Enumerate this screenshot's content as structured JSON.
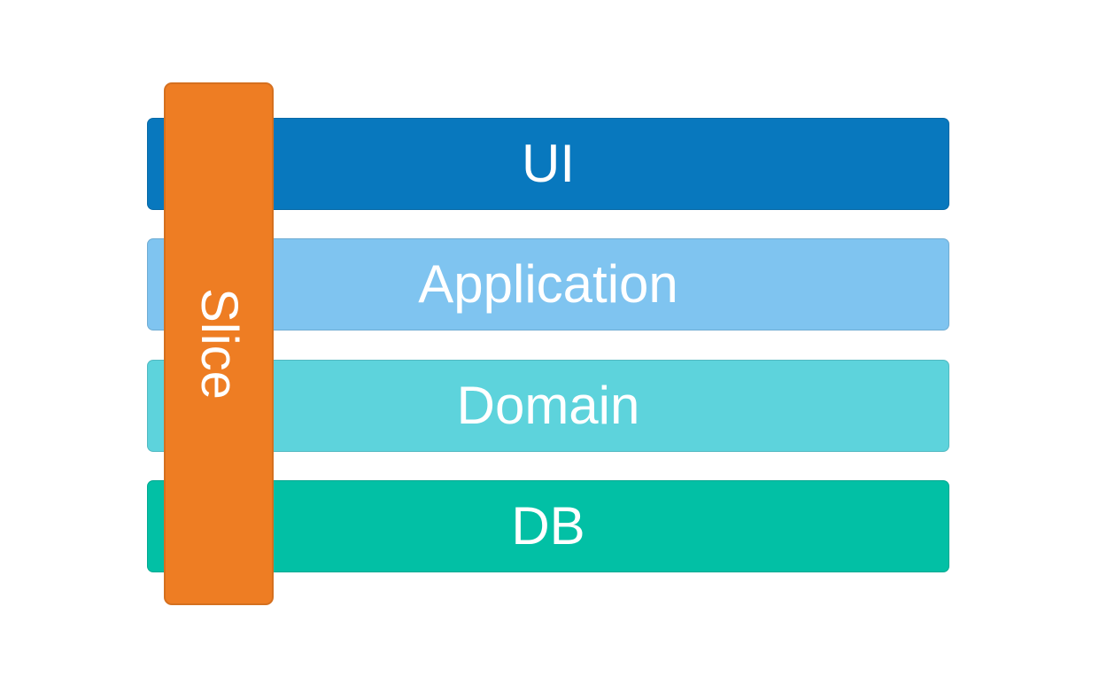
{
  "diagram": {
    "title_semantic": "layered-architecture-with-vertical-slice",
    "background_color": "#ffffff",
    "text_color": "#ffffff",
    "layers": [
      {
        "id": "ui",
        "label": "UI",
        "color": "#0878be"
      },
      {
        "id": "application",
        "label": "Application",
        "color": "#7fc4f0"
      },
      {
        "id": "domain",
        "label": "Domain",
        "color": "#5dd3dc"
      },
      {
        "id": "db",
        "label": "DB",
        "color": "#02c0a5"
      }
    ],
    "slice": {
      "label": "Slice",
      "color": "#ee7d23",
      "orientation": "vertical-rotated-90cw"
    }
  }
}
